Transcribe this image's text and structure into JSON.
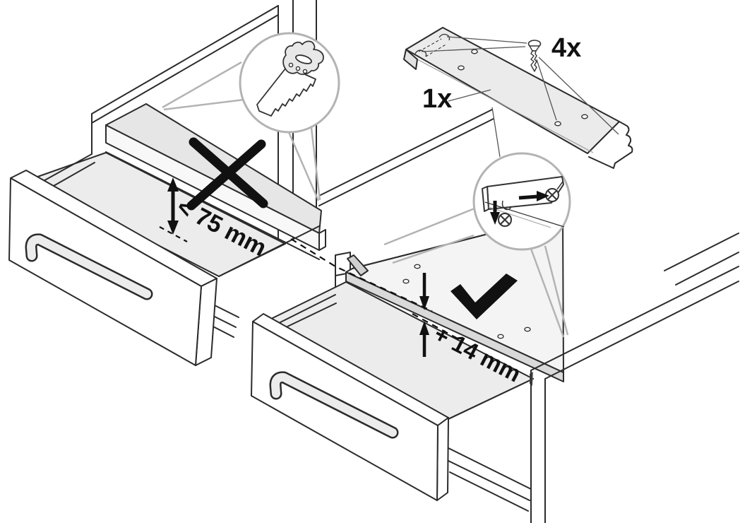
{
  "diagram": {
    "type": "furniture-assembly-instruction",
    "labels": {
      "max_cut_height": "< 75 mm",
      "raise_offset": "+ 14 mm",
      "rail_count": "1x",
      "screw_count": "4x"
    },
    "icons": [
      "saw-icon",
      "cross-icon",
      "check-icon",
      "screw-icon",
      "arrow-down-icon",
      "arrow-up-icon",
      "double-arrow-icon"
    ],
    "colors": {
      "line": "#2b2b2b",
      "callout_gray": "#b3b3b3",
      "surface_gray": "#e6e6e6",
      "floor_gray": "#ececec",
      "band_gray": "#d9d9d9",
      "mark_black": "#111111"
    }
  }
}
